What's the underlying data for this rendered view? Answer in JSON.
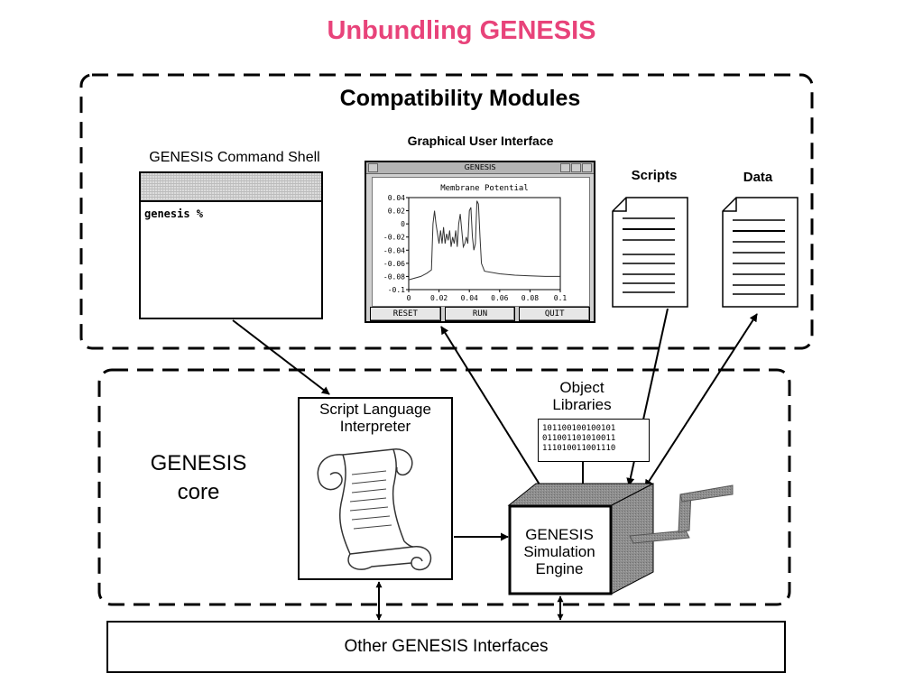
{
  "title": "Unbundling GENESIS",
  "colors": {
    "title": "#e8437a",
    "line": "#000000",
    "engine_box": "#8a8a8a"
  },
  "compatibility": {
    "heading": "Compatibility Modules",
    "shell": {
      "label": "GENESIS Command Shell",
      "prompt": "genesis %"
    },
    "gui": {
      "label": "Graphical User Interface",
      "window_title": "GENESIS",
      "plot_title": "Membrane Potential",
      "buttons": [
        "RESET",
        "RUN",
        "QUIT"
      ]
    },
    "scripts_label": "Scripts",
    "data_label": "Data"
  },
  "core": {
    "label_line1": "GENESIS",
    "label_line2": "core",
    "interpreter_line1": "Script Language",
    "interpreter_line2": "Interpreter",
    "object_libraries_line1": "Object",
    "object_libraries_line2": "Libraries",
    "binary": [
      "101100100100101",
      "011001101010011",
      "111010011001110"
    ],
    "engine_line1": "GENESIS",
    "engine_line2": "Simulation",
    "engine_line3": "Engine"
  },
  "other_interfaces": "Other GENESIS Interfaces",
  "chart_data": {
    "type": "line",
    "title": "Membrane Potential",
    "xlim": [
      0,
      0.1
    ],
    "ylim": [
      -0.1,
      0.04
    ],
    "x_ticks": [
      "0",
      "0.02",
      "0.04",
      "0.06",
      "0.08",
      "0.1"
    ],
    "y_ticks": [
      "0.04",
      "0.02",
      "0",
      "-0.02",
      "-0.04",
      "-0.06",
      "-0.08",
      "-0.1"
    ],
    "series": [
      {
        "x": [
          0,
          0.008,
          0.012,
          0.015,
          0.016,
          0.017,
          0.018,
          0.02,
          0.021,
          0.022,
          0.023,
          0.024,
          0.025,
          0.026,
          0.027,
          0.028,
          0.029,
          0.03,
          0.031,
          0.032,
          0.033,
          0.034,
          0.035,
          0.036,
          0.037,
          0.038,
          0.039,
          0.04,
          0.041,
          0.042,
          0.043,
          0.044,
          0.045,
          0.046,
          0.047,
          0.048,
          0.05,
          0.06,
          0.07,
          0.08,
          0.09,
          0.1
        ],
        "y": [
          -0.085,
          -0.08,
          -0.075,
          -0.07,
          0.0,
          0.02,
          0.0,
          -0.03,
          -0.01,
          -0.03,
          -0.005,
          -0.03,
          -0.015,
          -0.025,
          -0.01,
          -0.035,
          -0.02,
          -0.03,
          -0.01,
          -0.035,
          0.0,
          0.015,
          -0.01,
          -0.035,
          -0.03,
          -0.02,
          -0.03,
          0.02,
          0.025,
          -0.02,
          -0.04,
          -0.03,
          0.035,
          0.03,
          -0.02,
          -0.06,
          -0.072,
          -0.076,
          -0.078,
          -0.079,
          -0.08,
          -0.08
        ]
      }
    ]
  }
}
